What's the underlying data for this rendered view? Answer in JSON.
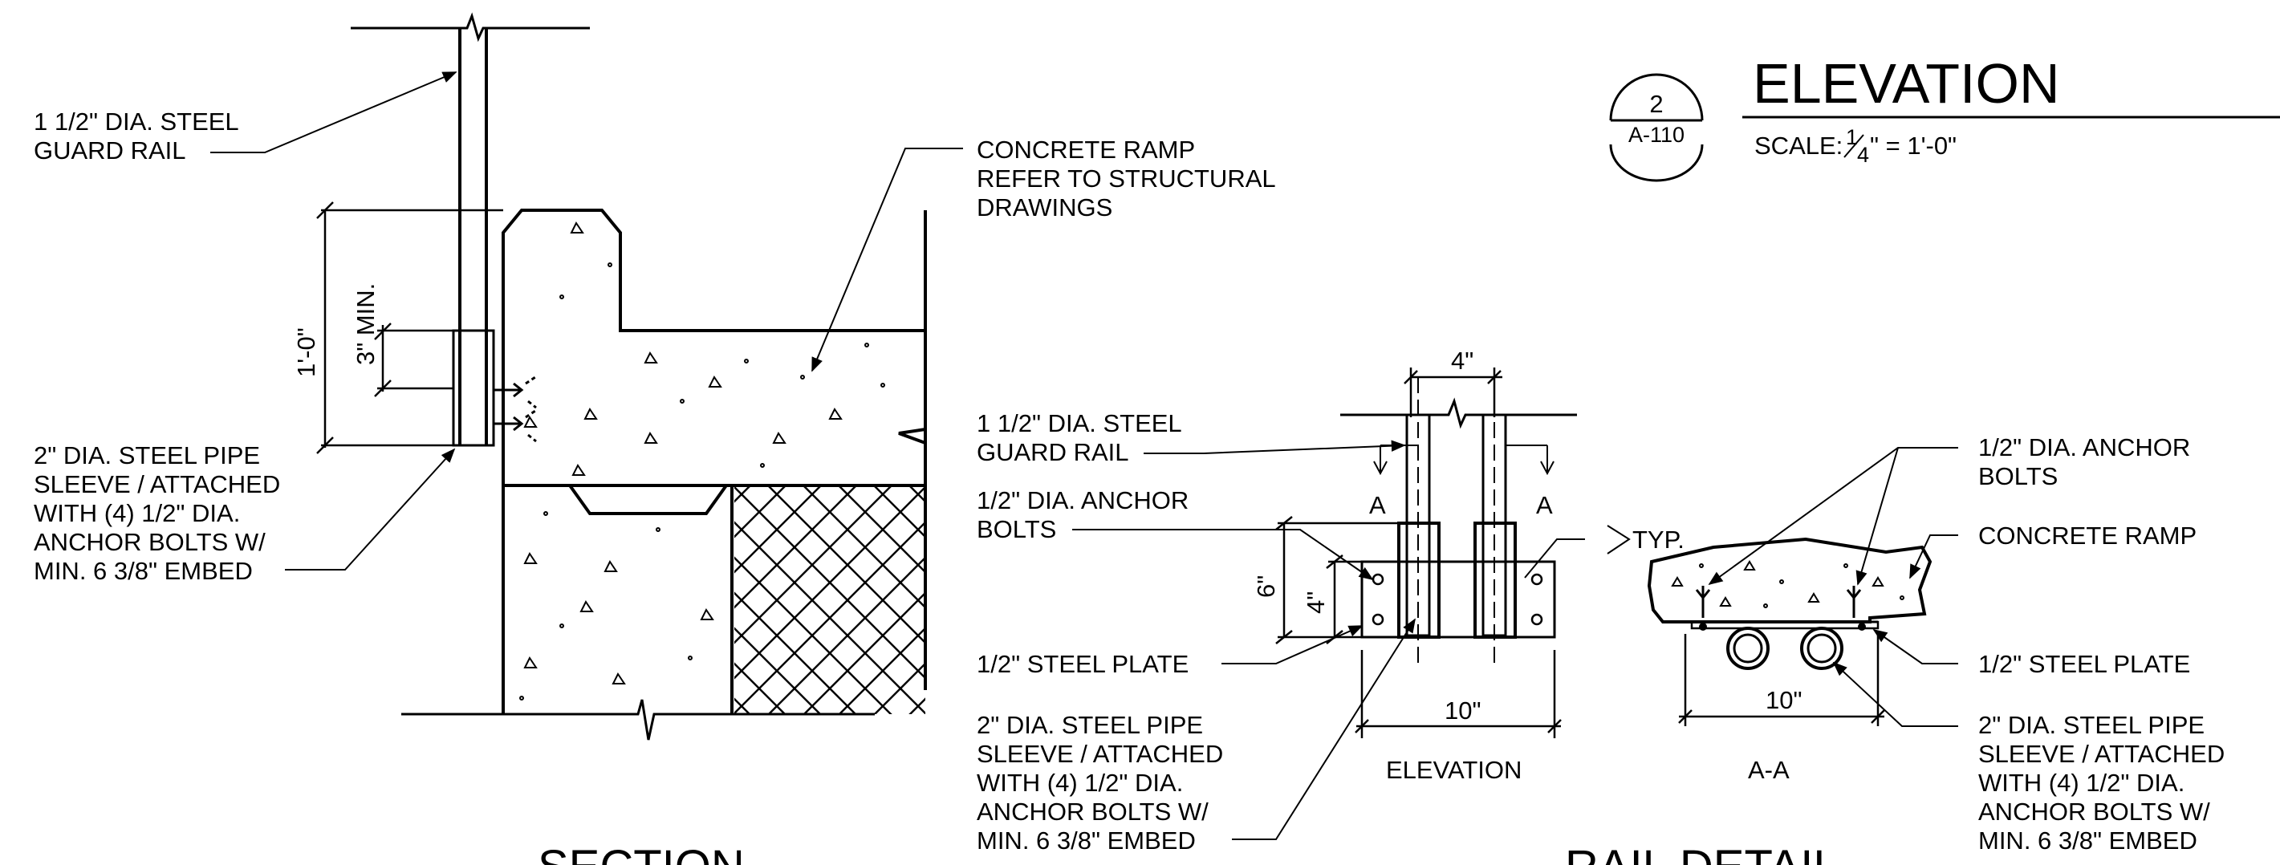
{
  "title_block": {
    "number": "2",
    "sheet": "A-110",
    "title": "ELEVATION",
    "scale_prefix": "SCALE:",
    "scale_frac_num": "1",
    "scale_frac_den": "4",
    "scale_suffix": "\" = 1'-0\""
  },
  "section": {
    "guard_rail": [
      "1 1/2\" DIA. STEEL",
      "GUARD RAIL"
    ],
    "concrete_ramp": [
      "CONCRETE RAMP",
      "REFER TO STRUCTURAL",
      "DRAWINGS"
    ],
    "pipe_sleeve": [
      "2\" DIA. STEEL PIPE",
      "SLEEVE / ATTACHED",
      "WITH (4) 1/2\" DIA.",
      "ANCHOR BOLTS W/",
      "MIN. 6 3/8\" EMBED"
    ],
    "dim_total": "1'-0\"",
    "dim_min": "3\" MIN.",
    "caption": "SECTION"
  },
  "rail_detail": {
    "guard_rail": [
      "1 1/2\" DIA. STEEL",
      "GUARD RAIL"
    ],
    "anchor_bolts": [
      "1/2\" DIA. ANCHOR",
      "BOLTS"
    ],
    "steel_plate": "1/2\" STEEL PLATE",
    "pipe_sleeve": [
      "2\" DIA. STEEL PIPE",
      "SLEEVE / ATTACHED",
      "WITH (4) 1/2\" DIA.",
      "ANCHOR BOLTS W/",
      "MIN. 6 3/8\" EMBED"
    ],
    "dim_top": "4\"",
    "dim_6": "6\"",
    "dim_4": "4\"",
    "dim_10": "10\"",
    "section_mark": "A",
    "typ": "TYP.",
    "elevation_label": "ELEVATION",
    "caption": "RAIL DETAIL"
  },
  "aa_view": {
    "anchor_bolts": [
      "1/2\" DIA. ANCHOR",
      "BOLTS"
    ],
    "concrete_ramp": "CONCRETE RAMP",
    "steel_plate": "1/2\" STEEL PLATE",
    "pipe_sleeve": [
      "2\" DIA. STEEL PIPE",
      "SLEEVE / ATTACHED",
      "WITH (4) 1/2\" DIA.",
      "ANCHOR BOLTS W/",
      "MIN. 6 3/8\" EMBED"
    ],
    "dim_10": "10\"",
    "label": "A-A"
  }
}
